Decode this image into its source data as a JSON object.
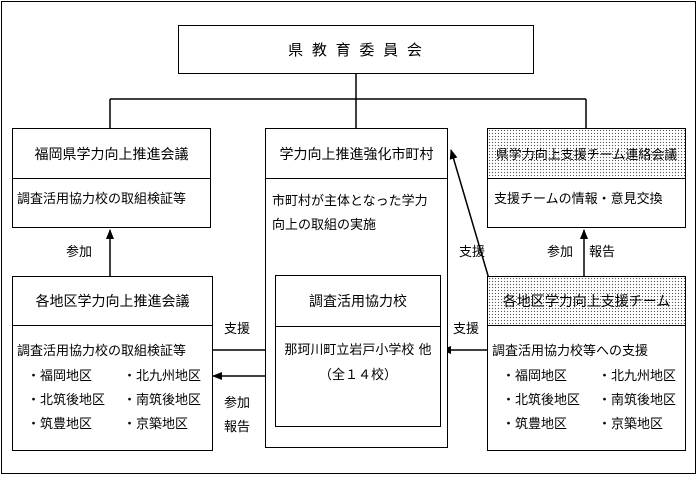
{
  "top": {
    "title": "県 教 育 委 員 会"
  },
  "left_council": {
    "title": "福岡県学力向上推進会議",
    "body": "調査活用協力校の取組検証等"
  },
  "center": {
    "title": "学力向上推進強化市町村",
    "body_lines": [
      "市町村が主体となった学力",
      "向上の取組の実施"
    ]
  },
  "right_liaison": {
    "title": "県学力向上支援チーム連絡会議",
    "body": "支援チームの情報・意見交換"
  },
  "left_district": {
    "title": "各地区学力向上推進会議",
    "body": "調査活用協力校の取組検証等",
    "areas": [
      "・福岡地区",
      "・北九州地区",
      "・北筑後地区",
      "・南筑後地区",
      "・筑豊地区",
      "・京築地区"
    ]
  },
  "school": {
    "title": "調査活用協力校",
    "line1": "那珂川町立岩戸小学校 他",
    "line2": "（全１４校）"
  },
  "right_team": {
    "title": "各地区学力向上支援チーム",
    "body": "調査活用協力校等への支援",
    "areas": [
      "・福岡地区",
      "・北九州地区",
      "・北筑後地区",
      "・南筑後地区",
      "・筑豊地区",
      "・京築地区"
    ]
  },
  "labels": {
    "sanka_left": "参加",
    "shien_left": "支援",
    "sanka_bottom": "参加",
    "houkoku_bottom": "報告",
    "shien_right_diag": "支援",
    "sanka_right": "参加",
    "houkoku_right": "報告",
    "shien_right": "支援"
  }
}
